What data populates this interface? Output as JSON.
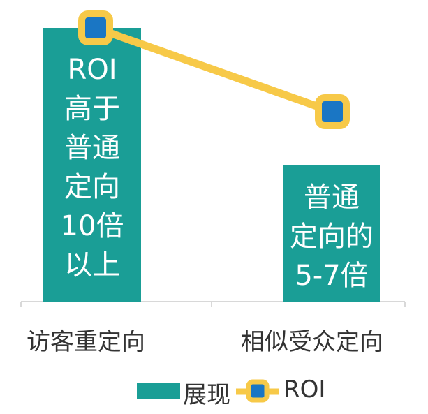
{
  "chart_data": {
    "type": "bar",
    "categories": [
      "访客重定向",
      "相似受众定向"
    ],
    "series": [
      {
        "name": "展现",
        "kind": "bar",
        "values": [
          10,
          5
        ]
      },
      {
        "name": "ROI",
        "kind": "line",
        "values": [
          10,
          7
        ]
      }
    ],
    "bar_annotations": [
      [
        "ROI",
        "高于",
        "普通",
        "定向",
        "10倍",
        "以上"
      ],
      [
        "普通",
        "定向的",
        "5-7倍"
      ]
    ],
    "ylim": [
      0,
      10.5
    ],
    "grid": false,
    "legend_position": "bottom"
  },
  "colors": {
    "bar": "#1a9e96",
    "line": "#f7c948",
    "marker_fill": "#1a76c4",
    "axis": "#cccccc"
  }
}
